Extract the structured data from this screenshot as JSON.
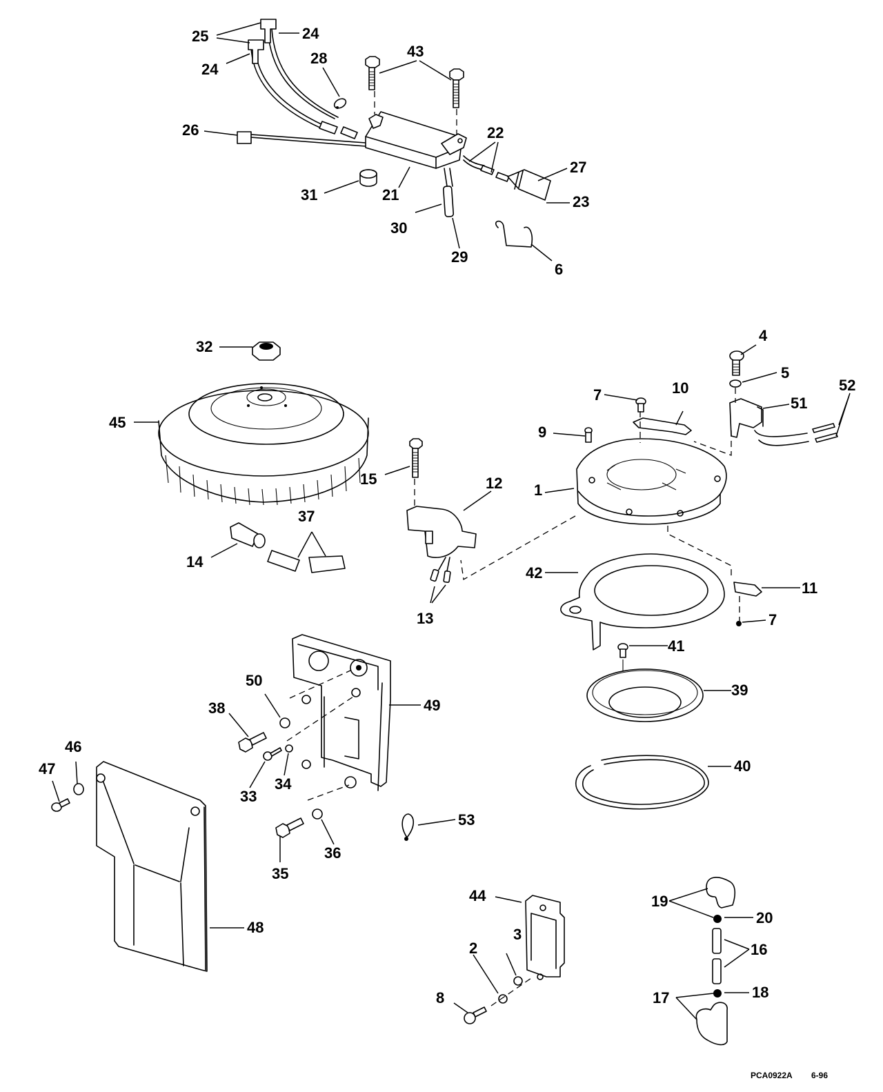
{
  "diagram": {
    "drawing_code": "PCA0922A",
    "revision_date": "6-96",
    "callouts": [
      {
        "id": "c25",
        "text": "25"
      },
      {
        "id": "c24a",
        "text": "24"
      },
      {
        "id": "c24b",
        "text": "24"
      },
      {
        "id": "c28",
        "text": "28"
      },
      {
        "id": "c43",
        "text": "43"
      },
      {
        "id": "c26",
        "text": "26"
      },
      {
        "id": "c22",
        "text": "22"
      },
      {
        "id": "c27",
        "text": "27"
      },
      {
        "id": "c23",
        "text": "23"
      },
      {
        "id": "c31",
        "text": "31"
      },
      {
        "id": "c21",
        "text": "21"
      },
      {
        "id": "c30",
        "text": "30"
      },
      {
        "id": "c29",
        "text": "29"
      },
      {
        "id": "c6",
        "text": "6"
      },
      {
        "id": "c32",
        "text": "32"
      },
      {
        "id": "c45",
        "text": "45"
      },
      {
        "id": "c4",
        "text": "4"
      },
      {
        "id": "c5",
        "text": "5"
      },
      {
        "id": "c52",
        "text": "52"
      },
      {
        "id": "c7a",
        "text": "7"
      },
      {
        "id": "c10",
        "text": "10"
      },
      {
        "id": "c51",
        "text": "51"
      },
      {
        "id": "c9",
        "text": "9"
      },
      {
        "id": "c15",
        "text": "15"
      },
      {
        "id": "c12",
        "text": "12"
      },
      {
        "id": "c1",
        "text": "1"
      },
      {
        "id": "c37",
        "text": "37"
      },
      {
        "id": "c14",
        "text": "14"
      },
      {
        "id": "c42",
        "text": "42"
      },
      {
        "id": "c11",
        "text": "11"
      },
      {
        "id": "c13",
        "text": "13"
      },
      {
        "id": "c7b",
        "text": "7"
      },
      {
        "id": "c41",
        "text": "41"
      },
      {
        "id": "c50",
        "text": "50"
      },
      {
        "id": "c49",
        "text": "49"
      },
      {
        "id": "c39",
        "text": "39"
      },
      {
        "id": "c38",
        "text": "38"
      },
      {
        "id": "c46",
        "text": "46"
      },
      {
        "id": "c40",
        "text": "40"
      },
      {
        "id": "c47",
        "text": "47"
      },
      {
        "id": "c33",
        "text": "33"
      },
      {
        "id": "c34",
        "text": "34"
      },
      {
        "id": "c53",
        "text": "53"
      },
      {
        "id": "c36",
        "text": "36"
      },
      {
        "id": "c35",
        "text": "35"
      },
      {
        "id": "c48",
        "text": "48"
      },
      {
        "id": "c44",
        "text": "44"
      },
      {
        "id": "c19",
        "text": "19"
      },
      {
        "id": "c20",
        "text": "20"
      },
      {
        "id": "c3",
        "text": "3"
      },
      {
        "id": "c2",
        "text": "2"
      },
      {
        "id": "c16",
        "text": "16"
      },
      {
        "id": "c8",
        "text": "8"
      },
      {
        "id": "c18",
        "text": "18"
      },
      {
        "id": "c17",
        "text": "17"
      }
    ]
  }
}
